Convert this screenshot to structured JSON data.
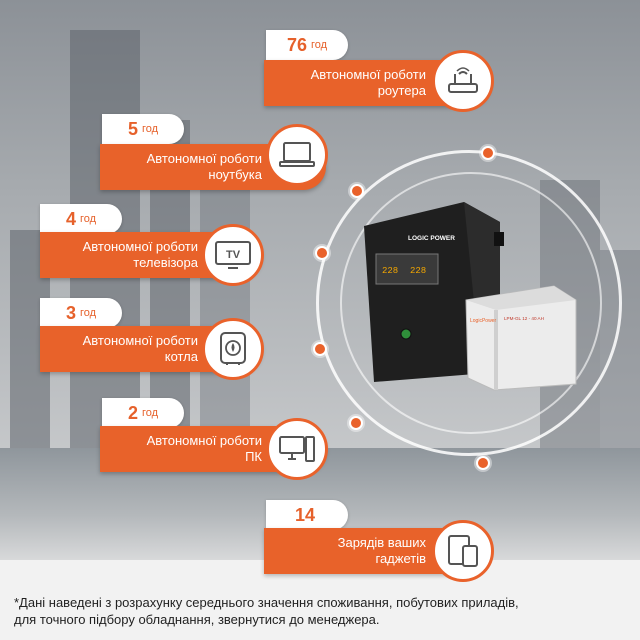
{
  "items": [
    {
      "number": "76",
      "unit": "год",
      "line1": "Автономної роботи",
      "line2": "роутера",
      "icon": "router-icon"
    },
    {
      "number": "5",
      "unit": "год",
      "line1": "Автономної роботи",
      "line2": "ноутбука",
      "icon": "laptop-icon"
    },
    {
      "number": "4",
      "unit": "год",
      "line1": "Автономної роботи",
      "line2": "телевізора",
      "icon": "tv-icon",
      "icon_text": "TV"
    },
    {
      "number": "3",
      "unit": "год",
      "line1": "Автономної роботи",
      "line2": "котла",
      "icon": "boiler-icon"
    },
    {
      "number": "2",
      "unit": "год",
      "line1": "Автономної роботи",
      "line2": "ПК",
      "icon": "pc-icon"
    },
    {
      "number": "14",
      "unit": "",
      "line1": "Зарядів ваших",
      "line2": "гаджетів",
      "icon": "gadgets-icon"
    }
  ],
  "product": {
    "brand": "LOGIC POWER",
    "display_left": "228",
    "display_right": "228",
    "battery_brand": "LogicPower",
    "battery_model": "LPM-GL 12 - 40 AH"
  },
  "footnote": {
    "line1": "*Дані наведені з розрахунку середнього значення споживання, побутових приладів,",
    "line2": "для точного підбору обладнання, звернутися до менеджера."
  },
  "colors": {
    "accent": "#e8622a",
    "panel": "#ffffff"
  }
}
